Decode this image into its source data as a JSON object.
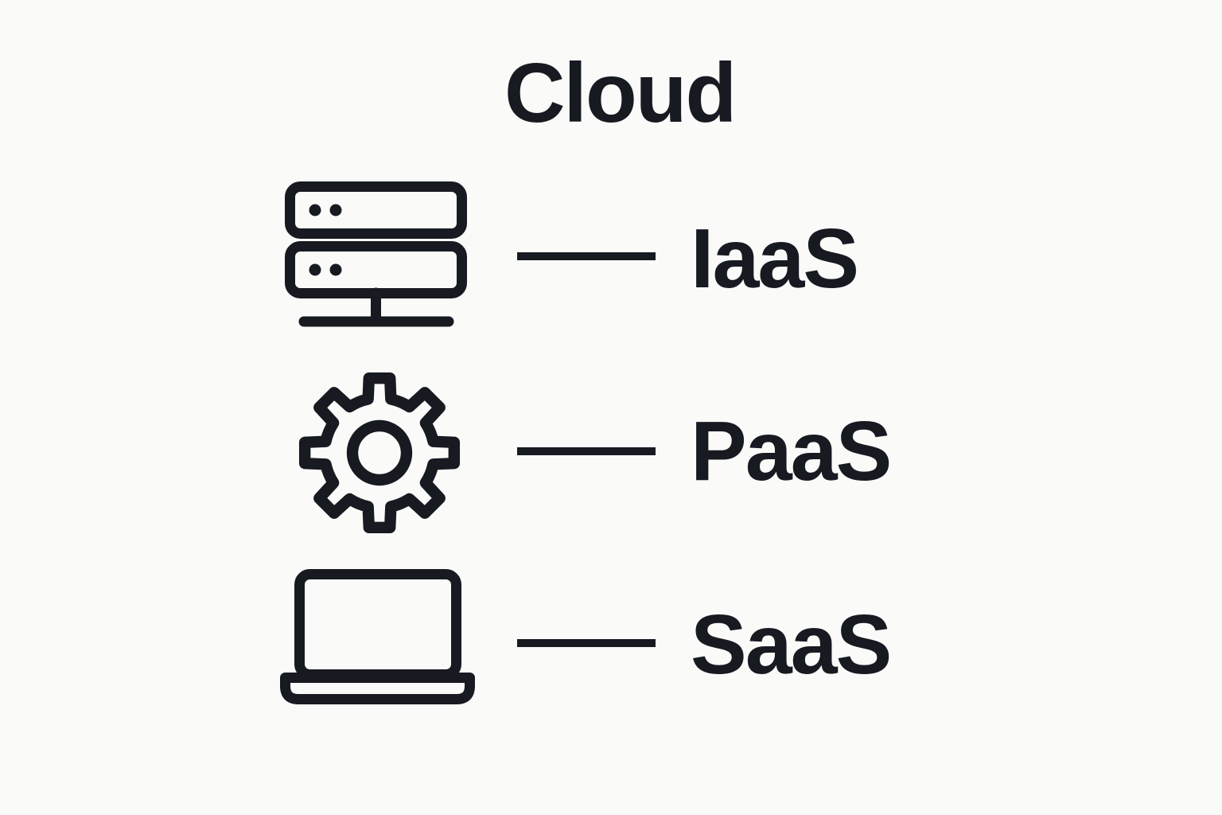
{
  "title": "Cloud",
  "colors": {
    "background": "#fafaf8",
    "ink": "#171a21"
  },
  "rows": [
    {
      "icon": "server-icon",
      "label": "IaaS"
    },
    {
      "icon": "gear-icon",
      "label": "PaaS"
    },
    {
      "icon": "laptop-icon",
      "label": "SaaS"
    }
  ]
}
